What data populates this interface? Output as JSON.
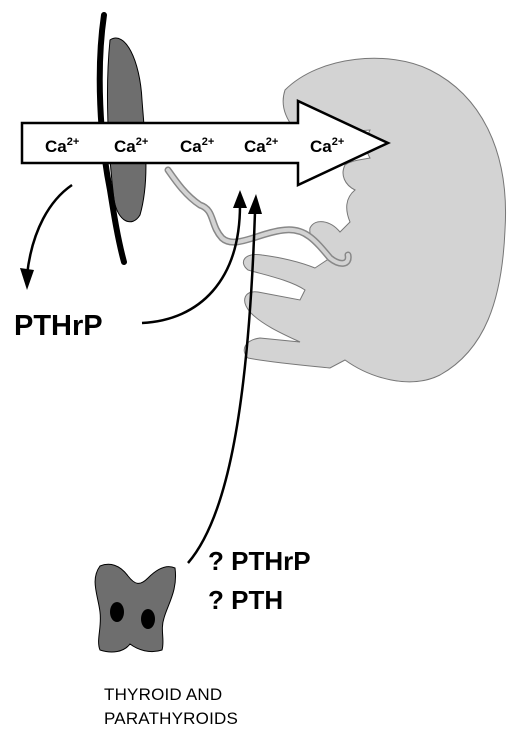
{
  "diagram": {
    "transfer_ion_label": "Ca",
    "transfer_ion_charge": "2+",
    "transfer_ion_count": 5,
    "placenta_signal_label": "PTHrP",
    "fetal_hormone_labels": [
      "? PTHrP",
      "? PTH"
    ],
    "gland_caption_lines": [
      "THYROID AND",
      "PARATHYROIDS"
    ],
    "colors": {
      "placenta": "#6e6e6e",
      "fetus": "#d3d3d3",
      "gland": "#6e6e6e",
      "arrow_fill": "#ffffff",
      "outline": "#000000"
    }
  }
}
